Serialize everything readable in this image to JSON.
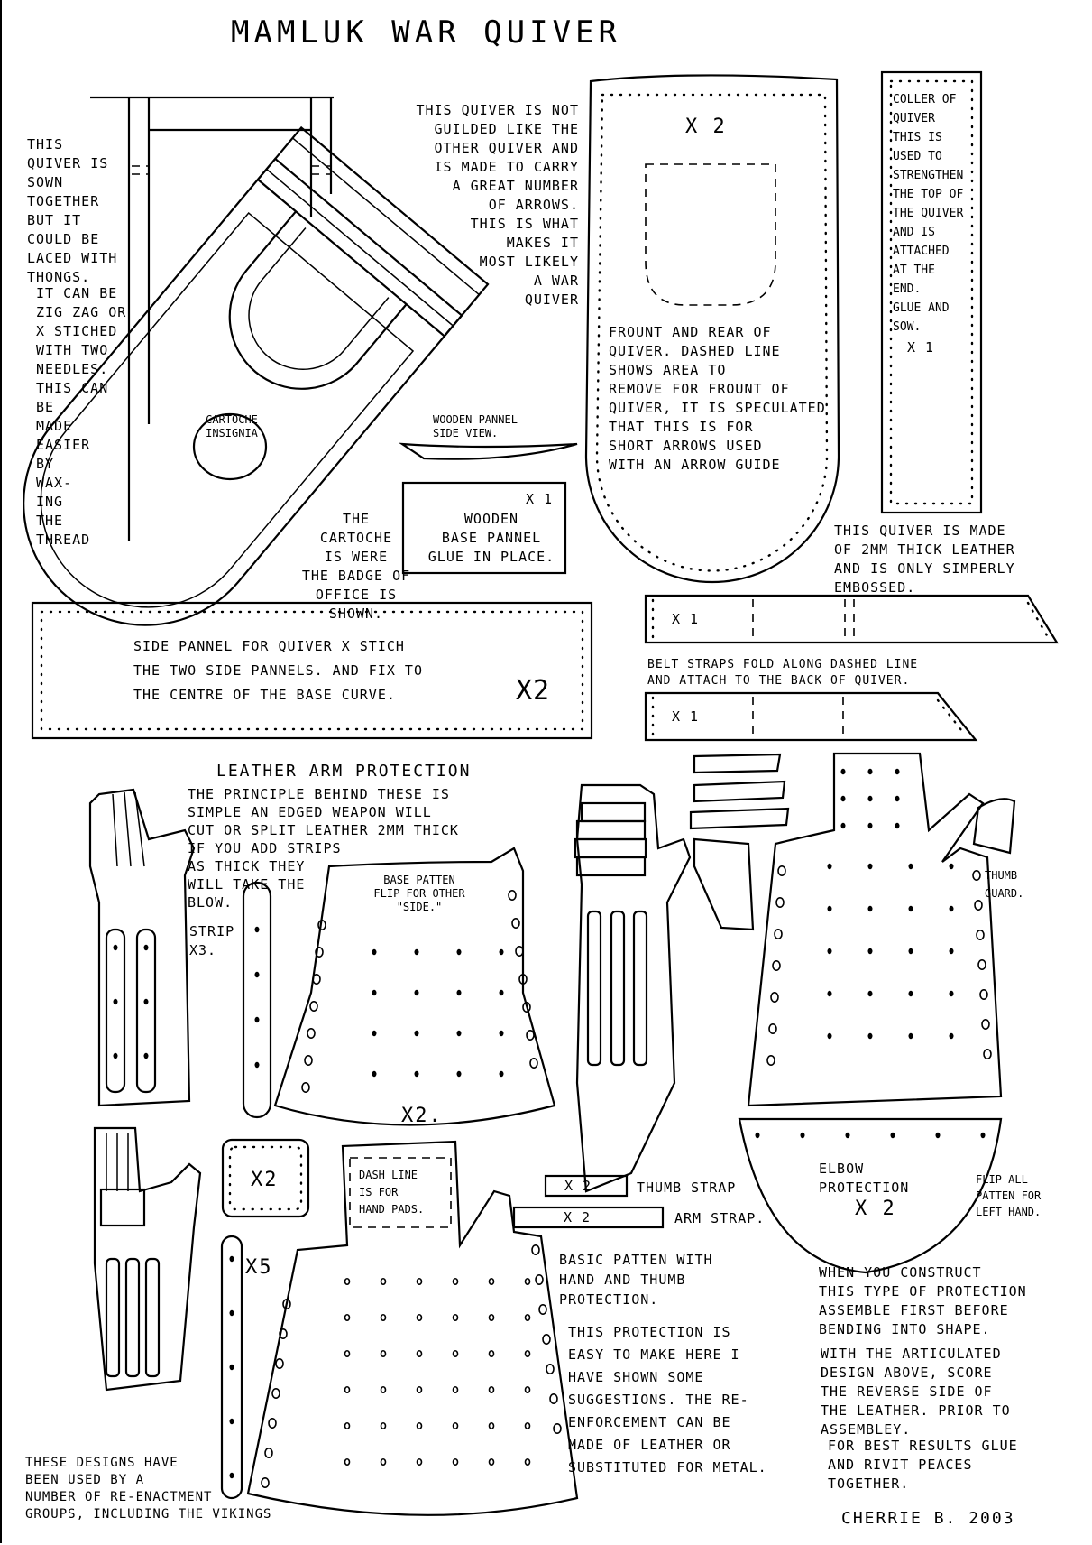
{
  "title": "MAMLUK WAR QUIVER",
  "quiver_sewn_note": "THIS\nQUIVER IS\nSOWN\nTOGETHER\nBUT IT\nCOULD BE\nLACED WITH\nTHONGS.",
  "quiver_stitch_note": "IT CAN BE\nZIG ZAG OR\nX STICHED\nWITH TWO\nNEEDLES.\nTHIS CAN\nBE\nMADE\nEASIER\nBY\nWAX-\nING\nTHE\nTHREAD",
  "quiver_war_note": "THIS QUIVER IS NOT\nGUILDED LIKE THE\nOTHER QUIVER AND\nIS MADE TO CARRY\nA GREAT NUMBER\nOF ARROWS.\nTHIS IS WHAT\nMAKES IT\nMOST LIKELY\nA WAR\nQUIVER",
  "cartoche_label": "CARTOCHE\nINSIGNIA",
  "cartoche_note": "THE\nCARTOCHE\nIS WERE\nTHE BADGE OF\nOFFICE IS\nSHOWN.",
  "wooden_panel_side": "WOODEN PANNEL\nSIDE VIEW.",
  "base_panel_qty": "x 1",
  "base_panel_label": "WOODEN\nBASE PANNEL\nGLUE IN PLACE.",
  "front_rear_qty": "x 2",
  "front_rear_note": "FROUNT AND REAR OF\nQUIVER. DASHED LINE\nSHOWS AREA TO\nREMOVE FOR FROUNT OF\nQUIVER, IT IS SPECULATED\nTHAT THIS IS FOR\nSHORT ARROWS USED\nWITH AN ARROW GUIDE",
  "collar_note": "COLLER OF\nQUIVER\nTHIS IS\nUSED TO\nSTRENGTHEN\nTHE TOP OF\nTHE QUIVER\nAND IS\nATTACHED\nAT THE\nEND.\nGLUE AND\nSOW.",
  "collar_qty": "x 1",
  "leather_note": "THIS QUIVER IS MADE\nOF 2MM THICK LEATHER\nAND IS ONLY SIMPERLY\nEMBOSSED.",
  "side_panel_note": "SIDE PANNEL FOR QUIVER X STICH\nTHE TWO SIDE PANNELS. AND FIX TO\nTHE CENTRE OF THE BASE CURVE.",
  "side_panel_qty": "x2",
  "belt_strap_qty_1": "x 1",
  "belt_strap_qty_2": "x 1",
  "belt_strap_note": "BELT STRAPS FOLD ALONG DASHED LINE\nAND ATTACH TO THE BACK OF QUIVER.",
  "arm_title": "LEATHER ARM PROTECTION",
  "arm_principle": "THE PRINCIPLE BEHIND THESE IS\nSIMPLE AN EDGED WEAPON WILL\nCUT OR SPLIT LEATHER 2MM THICK\nIF YOU ADD STRIPS\nAS THICK THEY\nWILL TAKE THE\nBLOW.",
  "strip_label": "STRIP\nx3.",
  "base_pattern_label": "BASE PATTEN\nFLIP FOR OTHER\n\"SIDE.\"",
  "base_pattern_qty": "x2.",
  "thumb_guard_label": "THUMB\nGUARD.",
  "elbow_label": "ELBOW\nPROTECTION",
  "elbow_qty": "x 2",
  "flip_note": "FLIP ALL\nPATTEN FOR\nLEFT HAND.",
  "hand_pad_qty": "x2",
  "dash_line_note": "DASH LINE\nIS FOR\nHAND PADS.",
  "strip5_qty": "x5",
  "thumb_strap_qty": "x 2",
  "thumb_strap_label": "THUMB STRAP",
  "arm_strap_qty": "x 2",
  "arm_strap_label": "ARM STRAP.",
  "basic_pattern_note": "BASIC PATTEN WITH\nHAND AND THUMB\nPROTECTION.",
  "protection_note": "THIS PROTECTION IS\nEASY TO MAKE HERE I\nHAVE SHOWN SOME\nSUGGESTIONS. THE RE-\nENFORCEMENT CAN BE\nMADE OF LEATHER OR\nSUBSTITUTED FOR METAL.",
  "construct_note": "WHEN YOU CONSTRUCT\nTHIS TYPE OF PROTECTION\nASSEMBLE FIRST BEFORE\nBENDING INTO SHAPE.",
  "articulated_note": "WITH THE ARTICULATED\nDESIGN ABOVE, SCORE\nTHE REVERSE SIDE OF\nTHE LEATHER. PRIOR TO\nASSEMBLEY.",
  "best_results_note": "FOR BEST RESULTS GLUE\nAND RIVIT PEACES\nTOGETHER.",
  "designs_note": "THESE DESIGNS HAVE\nBEEN USED BY A\nNUMBER OF RE-ENACTMENT\nGROUPS, INCLUDING THE VIKINGS",
  "signature": "CHERRIE B. 2003"
}
